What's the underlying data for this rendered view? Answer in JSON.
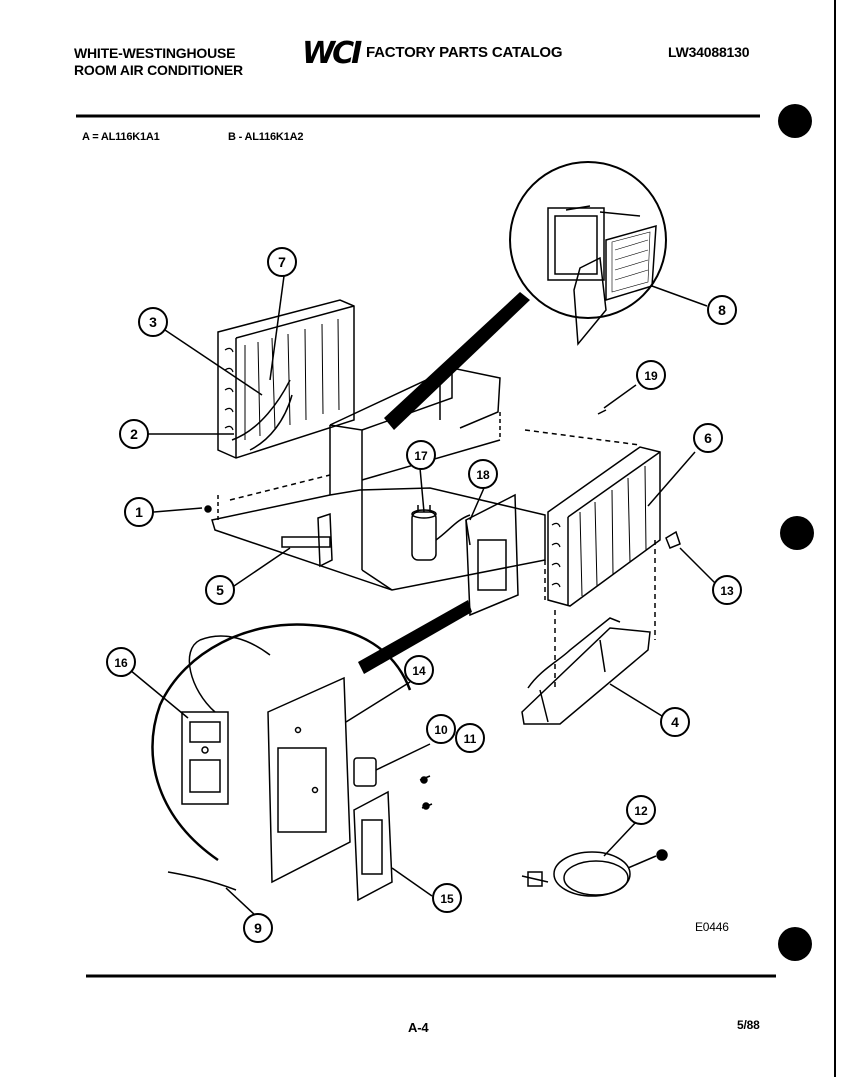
{
  "header": {
    "brand_line1": "WHITE-WESTINGHOUSE",
    "brand_line2": "ROOM AIR CONDITIONER",
    "logo_text": "WCI",
    "catalog_title": "FACTORY PARTS CATALOG",
    "doc_number": "LW34088130"
  },
  "models": {
    "a": "A = AL116K1A1",
    "b": "B - AL116K1A2"
  },
  "callouts": [
    "1",
    "2",
    "3",
    "4",
    "5",
    "6",
    "7",
    "8",
    "9",
    "10",
    "11",
    "12",
    "13",
    "14",
    "15",
    "16",
    "17",
    "18",
    "19"
  ],
  "footer": {
    "drawing_code": "E0446",
    "page_number": "A-4",
    "rev_date": "5/88"
  },
  "colors": {
    "ink": "#000000",
    "paper": "#ffffff"
  }
}
